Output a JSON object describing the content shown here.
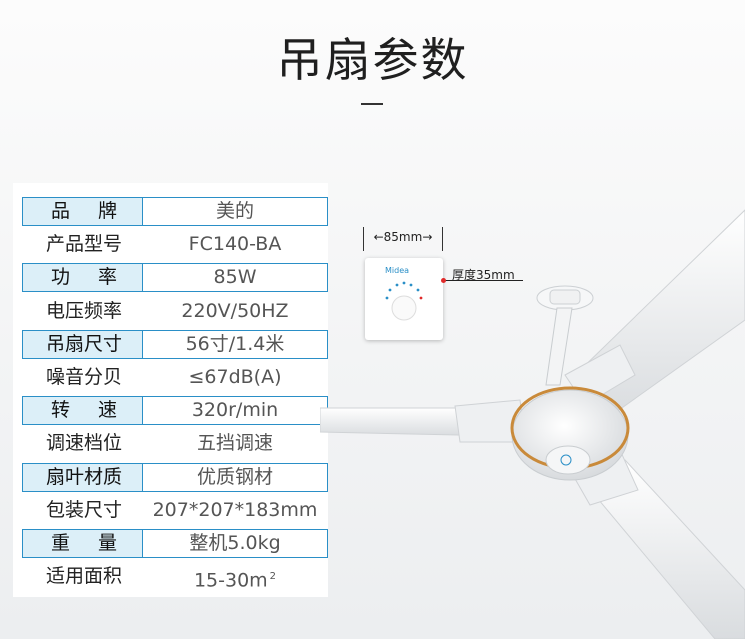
{
  "page": {
    "title": "吊扇参数"
  },
  "specs": [
    {
      "label": "品牌",
      "value": "美的",
      "boxed": true,
      "spaced": true
    },
    {
      "label": "产品型号",
      "value": "FC140-BA",
      "boxed": false
    },
    {
      "label": "功率",
      "value": "85W",
      "boxed": true,
      "spaced": true
    },
    {
      "label": "电压频率",
      "value": "220V/50HZ",
      "boxed": false
    },
    {
      "label": "吊扇尺寸",
      "value": "56寸/1.4米",
      "boxed": true
    },
    {
      "label": "噪音分贝",
      "value": "≤67dB(A)",
      "boxed": false
    },
    {
      "label": "转速",
      "value": "320r/min",
      "boxed": true,
      "spaced": true
    },
    {
      "label": "调速档位",
      "value": "五挡调速",
      "boxed": false
    },
    {
      "label": "扇叶材质",
      "value": "优质钢材",
      "boxed": true
    },
    {
      "label": "包装尺寸",
      "value": "207*207*183mm",
      "boxed": false
    },
    {
      "label": "重量",
      "value": "整机5.0kg",
      "boxed": true,
      "spaced": true
    },
    {
      "label": "适用面积",
      "value": "15-30m",
      "value_sup": "2",
      "boxed": false
    }
  ],
  "controller": {
    "width_label": "←85mm→",
    "thickness_label": "厚度35mm",
    "brand_text": "Midea"
  },
  "colors": {
    "accent_blue": "#2a8fc7",
    "label_fill": "#dceff8",
    "marker_red": "#e02a2a"
  }
}
